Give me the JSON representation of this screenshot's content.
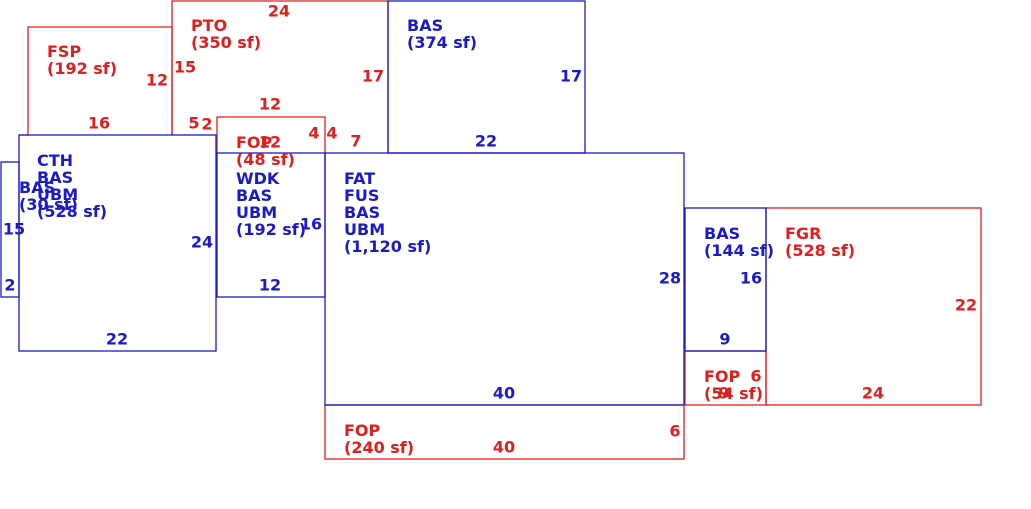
{
  "colors": {
    "blue": "#1a1ac8",
    "red": "#e01e1e"
  },
  "areas": [
    {
      "id": "fsp",
      "color": "red",
      "lines": [
        "FSP",
        "(192 sf)"
      ]
    },
    {
      "id": "pto",
      "color": "red",
      "lines": [
        "PTO",
        "(350 sf)"
      ]
    },
    {
      "id": "bas-top",
      "color": "blue",
      "lines": [
        "BAS",
        "(374 sf)"
      ]
    },
    {
      "id": "cth",
      "color": "blue",
      "lines": [
        "CTH",
        "BAS",
        "UBM",
        "(528 sf)"
      ]
    },
    {
      "id": "bas-small",
      "color": "blue",
      "lines": [
        "BAS",
        "(30 sf)"
      ]
    },
    {
      "id": "fop-small",
      "color": "red",
      "lines": [
        "FOP",
        "(48 sf)"
      ]
    },
    {
      "id": "wdk",
      "color": "blue",
      "lines": [
        "WDK",
        "BAS",
        "UBM",
        "(192 sf)"
      ]
    },
    {
      "id": "fat",
      "color": "blue",
      "lines": [
        "FAT",
        "FUS",
        "BAS",
        "UBM",
        "(1,120 sf)"
      ]
    },
    {
      "id": "bas-right",
      "color": "blue",
      "lines": [
        "BAS",
        "(144 sf)"
      ]
    },
    {
      "id": "fgr",
      "color": "red",
      "lines": [
        "FGR",
        "(528 sf)"
      ]
    },
    {
      "id": "fop-54",
      "color": "red",
      "lines": [
        "FOP",
        "(54 sf)"
      ]
    },
    {
      "id": "fop-240",
      "color": "red",
      "lines": [
        "FOP",
        "(240 sf)"
      ]
    }
  ],
  "dims": {
    "pto_top": "24",
    "pto_left": "15",
    "pto_right": "17",
    "fsp_right": "12",
    "fsp_bottom": "16",
    "bas_top_right": "17",
    "bas_top_bottom": "22",
    "fop_small_top": "12",
    "fop_small_left_a": "5",
    "fop_small_left_b": "2",
    "fop_small_mid": "12",
    "fop_small_right_a": "4",
    "fop_small_right_b": "4",
    "fat_top_left": "7",
    "bas_small_left": "15",
    "bas_small_bottom": "2",
    "cth_right": "24",
    "cth_bottom": "22",
    "wdk_right": "16",
    "wdk_bottom": "12",
    "fat_right": "28",
    "fat_bottom": "40",
    "bas_right_right": "16",
    "bas_right_bottom": "9",
    "fop54_right": "6",
    "fop54_bottom": "9",
    "fgr_right": "22",
    "fgr_bottom": "24",
    "fop240_right": "6",
    "fop240_bottom": "40"
  }
}
